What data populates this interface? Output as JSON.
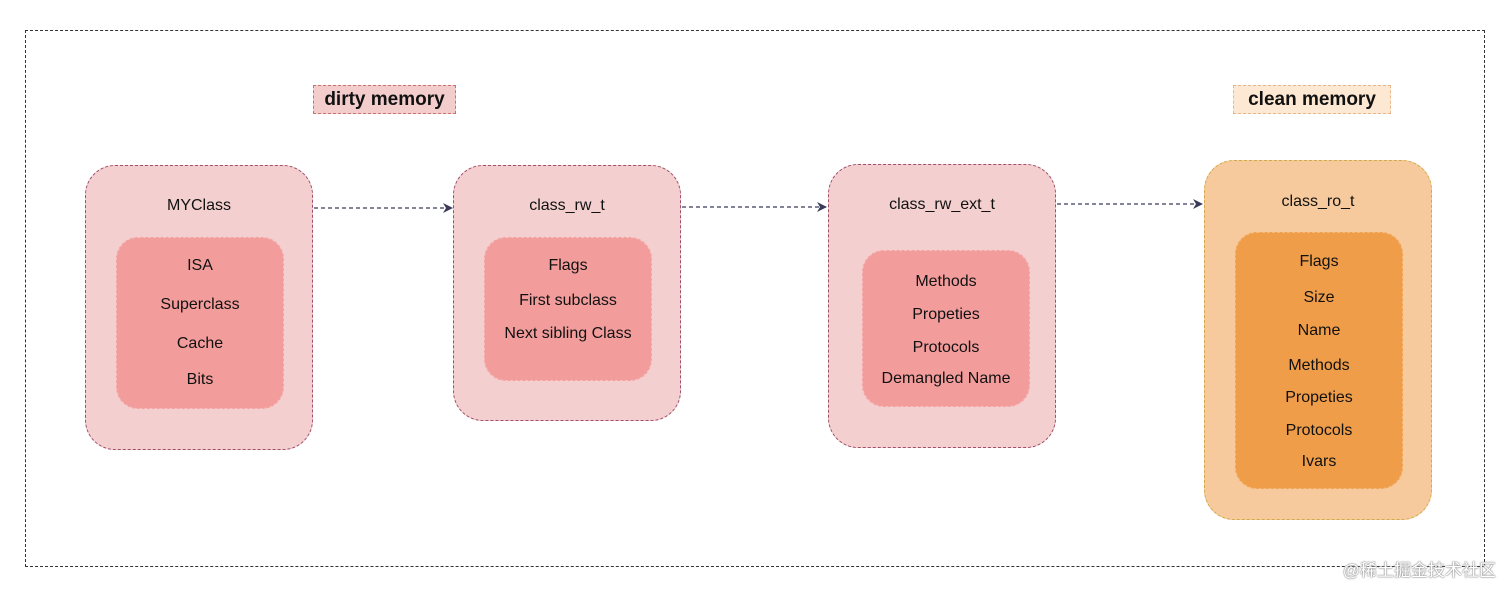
{
  "labels": {
    "dirty": "dirty memory",
    "clean": "clean memory"
  },
  "nodes": {
    "myclass": {
      "title": "MYClass",
      "fields": [
        "ISA",
        "Superclass",
        "Cache",
        "Bits"
      ]
    },
    "class_rw_t": {
      "title": "class_rw_t",
      "fields": [
        "Flags",
        "First subclass",
        "Next sibling Class"
      ]
    },
    "class_rw_ext_t": {
      "title": "class_rw_ext_t",
      "fields": [
        "Methods",
        "Propeties",
        "Protocols",
        "Demangled Name"
      ]
    },
    "class_ro_t": {
      "title": "class_ro_t",
      "fields": [
        "Flags",
        "Size",
        "Name",
        "Methods",
        "Propeties",
        "Protocols",
        "Ivars"
      ]
    }
  },
  "edges": [
    {
      "from": "MYClass",
      "to": "class_rw_t"
    },
    {
      "from": "class_rw_t",
      "to": "class_rw_ext_t"
    },
    {
      "from": "class_rw_ext_t",
      "to": "class_ro_t"
    }
  ],
  "colors": {
    "dirty_outer": "#f3d0cf",
    "dirty_inner": "#f29d9c",
    "clean_outer": "#f6ca9c",
    "clean_inner": "#f09d4a",
    "arrow": "#3a3a5a"
  },
  "watermark": "@稀土掘金技术社区"
}
